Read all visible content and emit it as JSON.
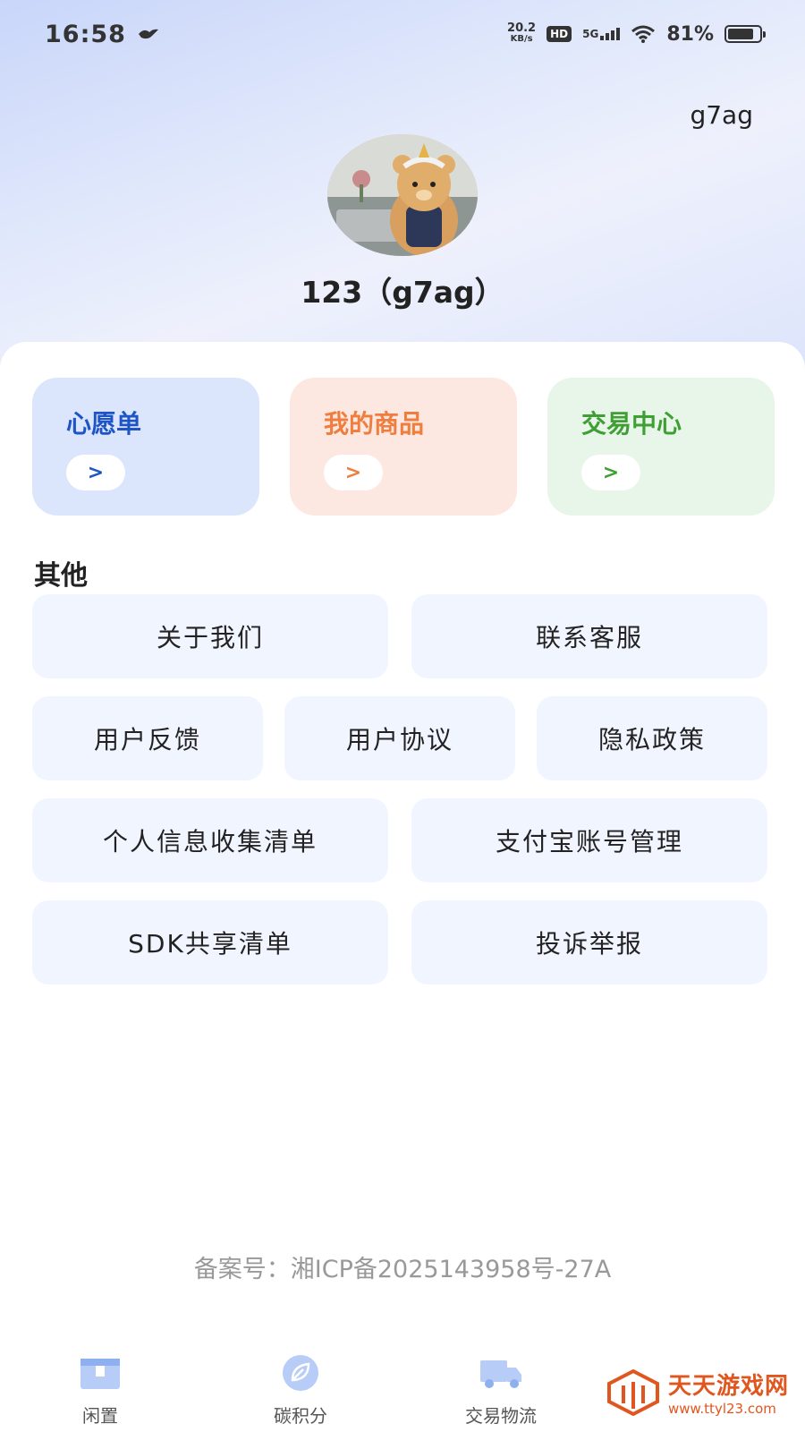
{
  "status_bar": {
    "time": "16:58",
    "speed_value": "20.2",
    "speed_unit": "KB/s",
    "hd": "HD",
    "network": "5G",
    "battery_text": "81%",
    "battery_level": 0.81
  },
  "profile": {
    "top_username": "g7ag",
    "display_name": "123（g7ag）"
  },
  "cards": [
    {
      "title": "心愿单",
      "arrow": ">",
      "color": "#1f54c6"
    },
    {
      "title": "我的商品",
      "arrow": ">",
      "color": "#ef7d3e"
    },
    {
      "title": "交易中心",
      "arrow": ">",
      "color": "#3f9f34"
    }
  ],
  "other": {
    "title": "其他",
    "items": [
      "关于我们",
      "联系客服",
      "用户反馈",
      "用户协议",
      "隐私政策",
      "个人信息收集清单",
      "支付宝账号管理",
      "SDK共享清单",
      "投诉举报"
    ]
  },
  "footer": {
    "icp": "备案号：湘ICP备2025143958号-27A"
  },
  "tabbar": {
    "items": [
      {
        "label": "闲置",
        "icon": "shop-icon"
      },
      {
        "label": "碳积分",
        "icon": "leaf-icon"
      },
      {
        "label": "交易物流",
        "icon": "truck-icon"
      }
    ]
  },
  "watermark": {
    "name": "天天游戏网",
    "url": "www.ttyl23.com"
  }
}
